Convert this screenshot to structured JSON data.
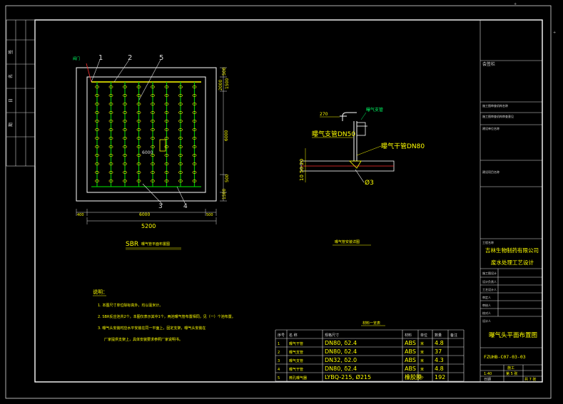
{
  "plan": {
    "callouts": [
      "1",
      "2",
      "5",
      "3",
      "4"
    ],
    "valve_label": "阀门",
    "dim_right_top": [
      "500",
      "1500",
      "2000"
    ],
    "dim_right_mid": "6000",
    "dim_right_bot": [
      "500",
      "1500"
    ],
    "dim_bottom_small": [
      "400",
      "500"
    ],
    "dim_bottom_mid": "6000",
    "dim_bottom_total": "5200",
    "inner_label": "6000",
    "caption_prefix": "SBR",
    "caption": "曝气管平面布置图"
  },
  "detail": {
    "elev_label": "270",
    "valve_label": "曝气支管",
    "branch_label": "曝气支管DN50",
    "main_label": "曝气干管DN80",
    "dim_vertical": "10 50 20",
    "drop_label": "Ø3",
    "caption": "曝气管安装详图"
  },
  "notes": {
    "heading": "说明：",
    "items": [
      "1. 本图尺寸单位除标高外，均以毫米计。",
      "2. SBR反应池共2个，本图仅表示其中1个，两池曝气管布置相同，见（一）个池布置。",
      "3. 曝气头安装时应水平安装在同一平面上，固定支架，曝气头安装在",
      "厂家提供支架上，具体安装要求参照厂家说明书。"
    ]
  },
  "materials": {
    "title": "材料一览表",
    "headers": [
      "序号",
      "名  称",
      "规格尺寸",
      "材料",
      "单位",
      "数量",
      "备注"
    ],
    "rows": [
      [
        "1",
        "曝气干管",
        "DN80, δ2.4",
        "ABS",
        "米",
        "4.8",
        ""
      ],
      [
        "2",
        "曝气支管",
        "DN80, δ2.4",
        "ABS",
        "米",
        "37",
        ""
      ],
      [
        "3",
        "曝气支管",
        "DN32, δ2.0",
        "ABS",
        "米",
        "4.3",
        ""
      ],
      [
        "4",
        "曝气干管",
        "DN80, δ2.4",
        "ABS",
        "米",
        "4.8",
        ""
      ],
      [
        "5",
        "微孔曝气器",
        "LYBQ-215, Ø215",
        "橡胶膜",
        "个",
        "192",
        ""
      ]
    ]
  },
  "title_block": {
    "stamp": "会签栏",
    "rows_upper": [
      "施工图审查机构名称",
      "施工图审查机构审查意见",
      "建设单位名称"
    ],
    "project_label": "建设项目名称",
    "company_label": "工程名称",
    "company": "吉林生物制药有限公司",
    "project": "废水处理工艺设计",
    "design_phase": "施工图设计",
    "staff_rows": [
      "设计负责人",
      "工艺设计人",
      "审定人",
      "审核人",
      "校对人",
      "设计人"
    ],
    "drawing_title": "曝气头平面布置图",
    "drawing_no": "FZUHB-C07-03-03",
    "phase": "施工",
    "scale": "1:40",
    "sheet": "第 5 张",
    "date_label": "日期",
    "sheets_total": "共 7 张"
  },
  "left_strip": [
    "签",
    "名",
    "日",
    "期"
  ]
}
